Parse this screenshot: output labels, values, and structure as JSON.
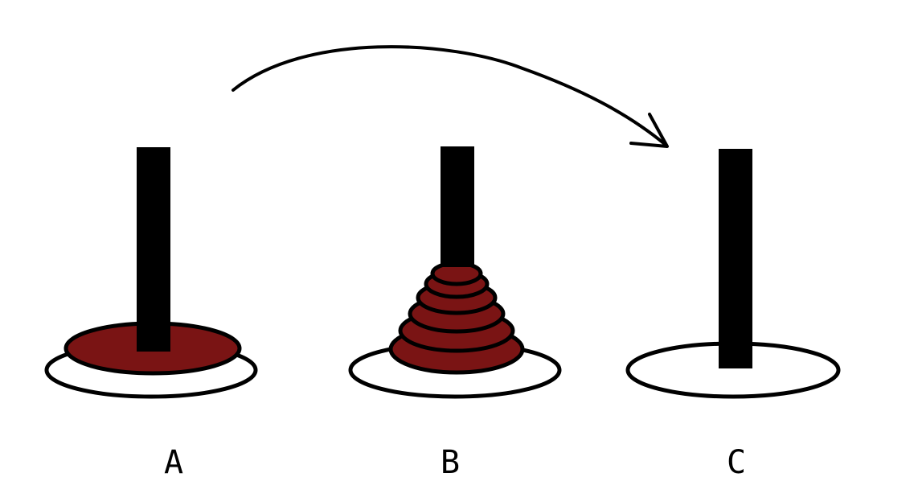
{
  "colors": {
    "background": "#ffffff",
    "ink": "#000000",
    "disk": "#7a1414"
  },
  "pegs": [
    {
      "id": "A",
      "label": "A",
      "disk_count": 1
    },
    {
      "id": "B",
      "label": "B",
      "disk_count": 6
    },
    {
      "id": "C",
      "label": "C",
      "disk_count": 0
    }
  ],
  "move_arrow": {
    "from": "A",
    "to": "C"
  }
}
